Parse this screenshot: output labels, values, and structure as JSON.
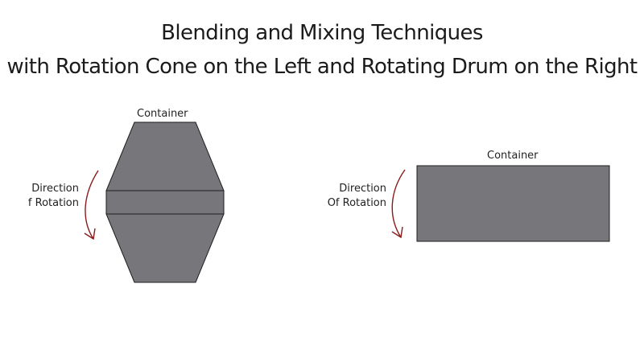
{
  "title": {
    "line1": "Blending and Mixing Techniques",
    "line2": "with Rotation Cone on the Left and Rotating Drum on the Right"
  },
  "left_figure": {
    "container_label": "Container",
    "direction_line1": "Direction",
    "direction_line2": "f Rotation"
  },
  "right_figure": {
    "container_label": "Container",
    "direction_line1": "Direction",
    "direction_line2": "Of Rotation"
  },
  "colors": {
    "container_fill": "#77777b",
    "container_stroke": "#1e1e1e",
    "arrow": "#8b1a1a"
  }
}
